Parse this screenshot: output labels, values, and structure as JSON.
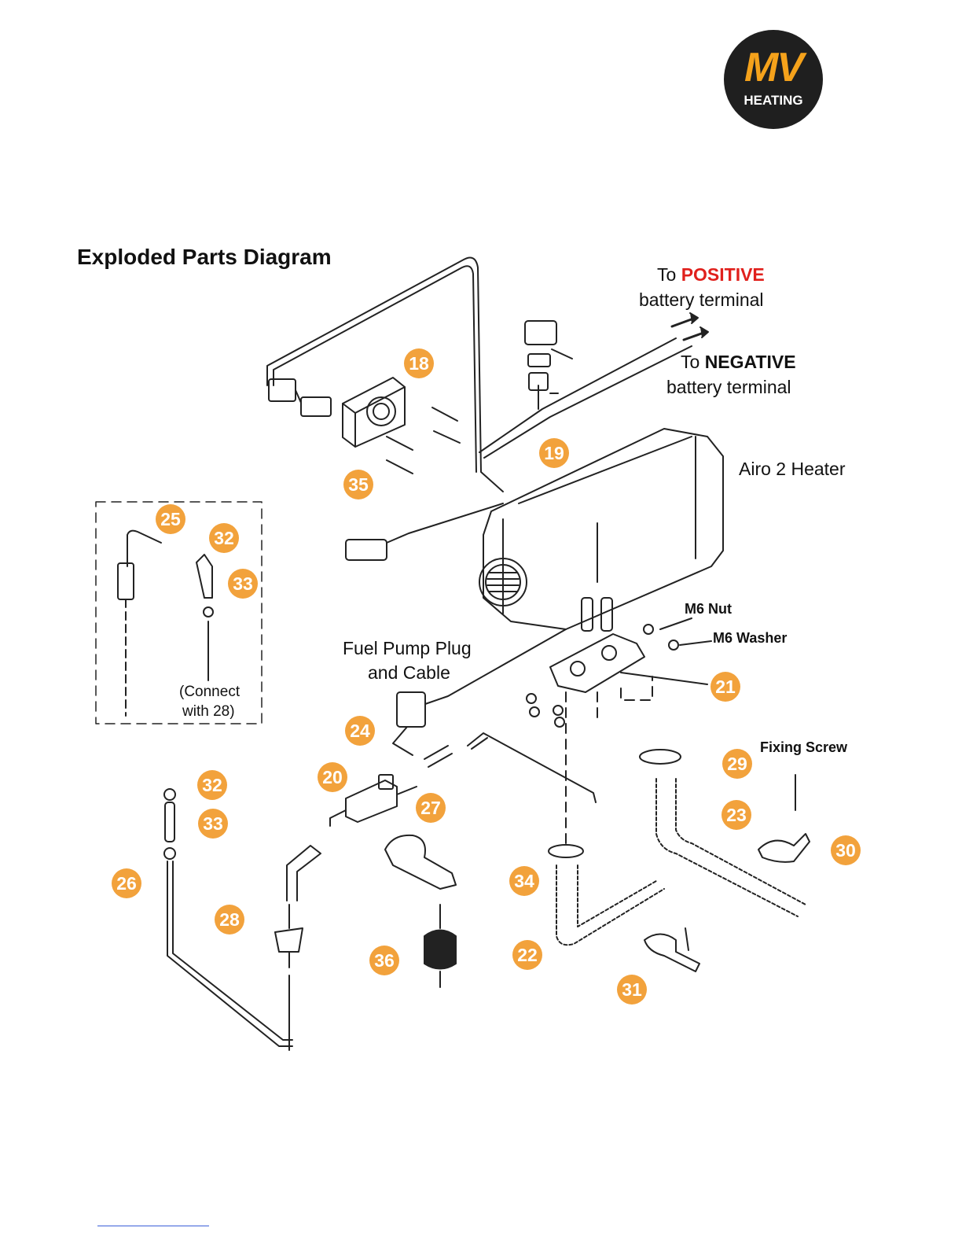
{
  "logo": {
    "mv": "MV",
    "heating": "HEATING"
  },
  "title": "Exploded Parts Diagram",
  "labels": {
    "positive_to": "To",
    "positive_word": "POSITIVE",
    "positive_line2": "battery terminal",
    "negative_to": "To",
    "negative_word": "NEGATIVE",
    "negative_line2": "battery terminal",
    "heater": "Airo 2 Heater",
    "m6_nut": "M6 Nut",
    "m6_washer": "M6 Washer",
    "fuel_pump_line1": "Fuel Pump Plug",
    "fuel_pump_line2": "and Cable",
    "fixing_screw": "Fixing Screw",
    "connect_line1": "(Connect",
    "connect_line2": "with 28)"
  },
  "badges": [
    "18",
    "19",
    "35",
    "25",
    "32",
    "33",
    "21",
    "24",
    "29",
    "20",
    "27",
    "23",
    "30",
    "32",
    "33",
    "34",
    "26",
    "28",
    "36",
    "22",
    "31"
  ],
  "colors": {
    "badge": "#f2a23c",
    "logo_accent": "#f5a21b",
    "positive": "#e0201c"
  }
}
